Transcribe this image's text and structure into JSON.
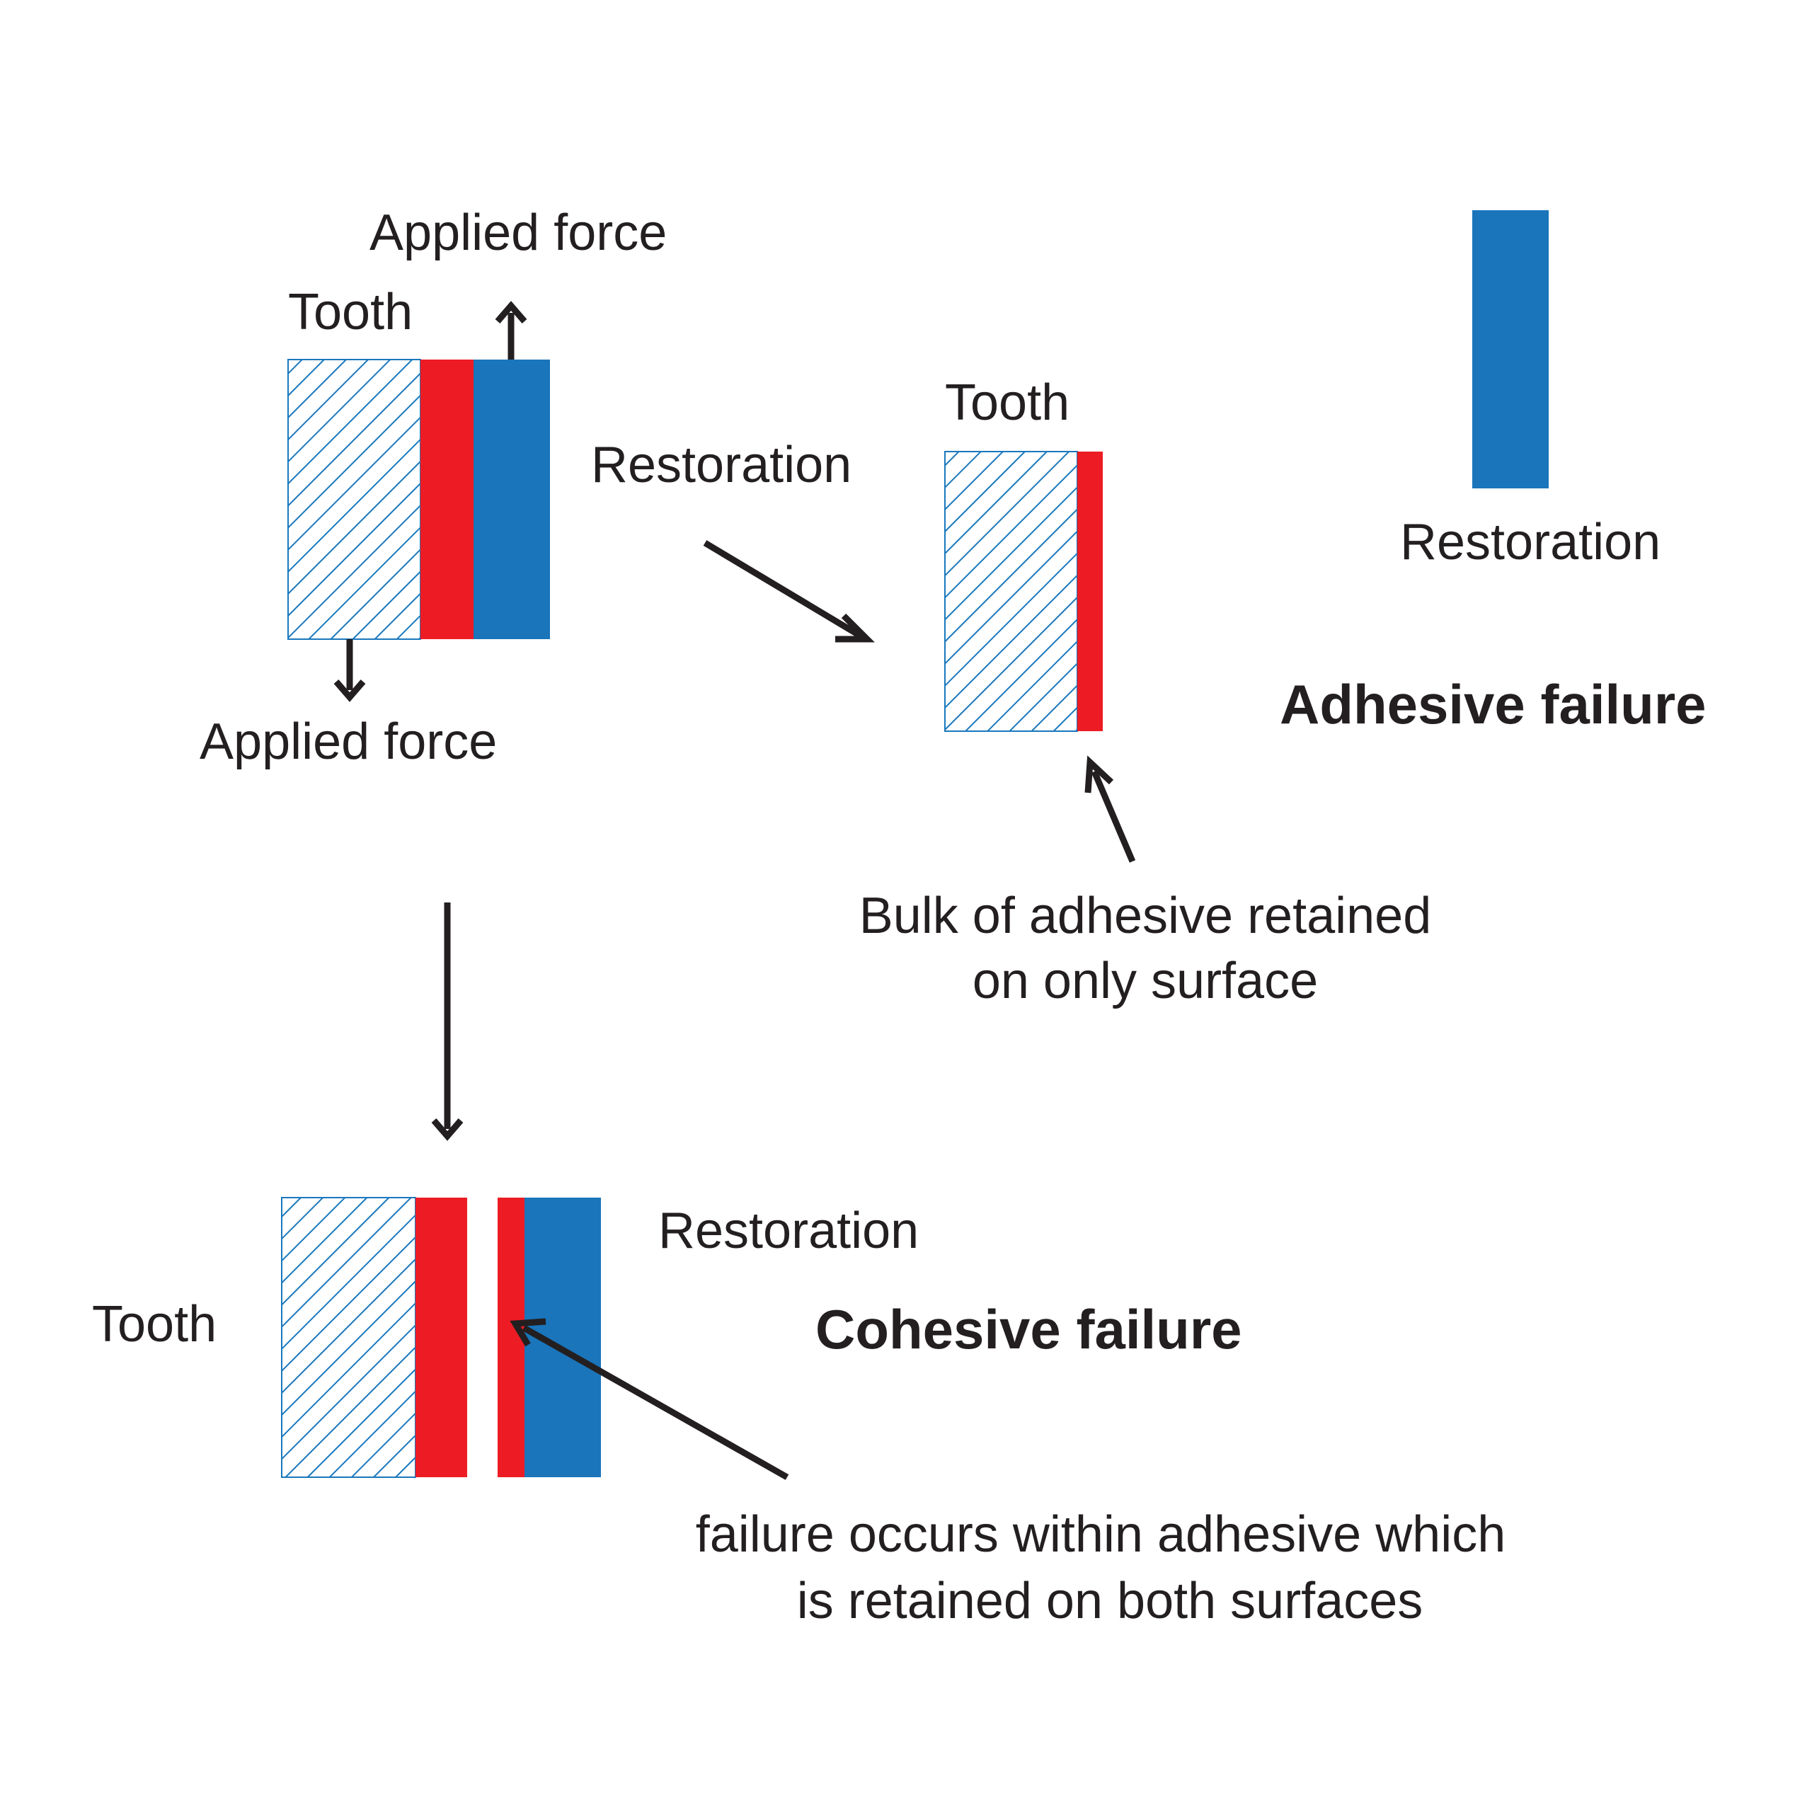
{
  "colors": {
    "tooth_hatch": "#1a78bd",
    "adhesive": "#ed1c24",
    "restoration": "#1a75bb",
    "arrow": "#231f20",
    "text": "#231f20"
  },
  "initial": {
    "applied_force_top": "Applied force",
    "tooth": "Tooth",
    "applied_force_bottom": "Applied force"
  },
  "adhesive_failure": {
    "restoration_left": "Restoration",
    "tooth": "Tooth",
    "restoration_right": "Restoration",
    "title": "Adhesive failure",
    "note_line1": "Bulk of adhesive retained",
    "note_line2": "on only surface"
  },
  "cohesive_failure": {
    "restoration": "Restoration",
    "tooth": "Tooth",
    "title": "Cohesive failure",
    "note_line1": "failure occurs within adhesive which",
    "note_line2": "is retained on both surfaces"
  }
}
